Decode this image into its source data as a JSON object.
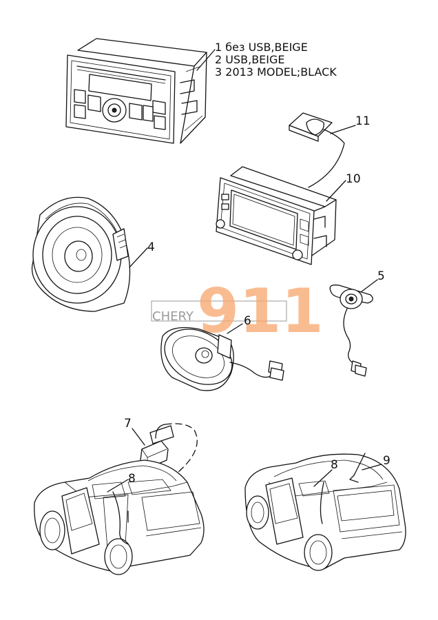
{
  "notes": {
    "line1": "1 без USB,BEIGE",
    "line2": "2 USB,BEIGE",
    "line3": "3 2013 MODEL;BLACK"
  },
  "callouts": {
    "c4": "4",
    "c5": "5",
    "c6": "6",
    "c7": "7",
    "c8a": "8",
    "c8b": "8",
    "c9": "9",
    "c10": "10",
    "c11": "11"
  },
  "watermark": {
    "brand": "CHERY",
    "number": "911",
    "number_color": "#f7a66c",
    "frame_color": "#9a9a9a"
  }
}
